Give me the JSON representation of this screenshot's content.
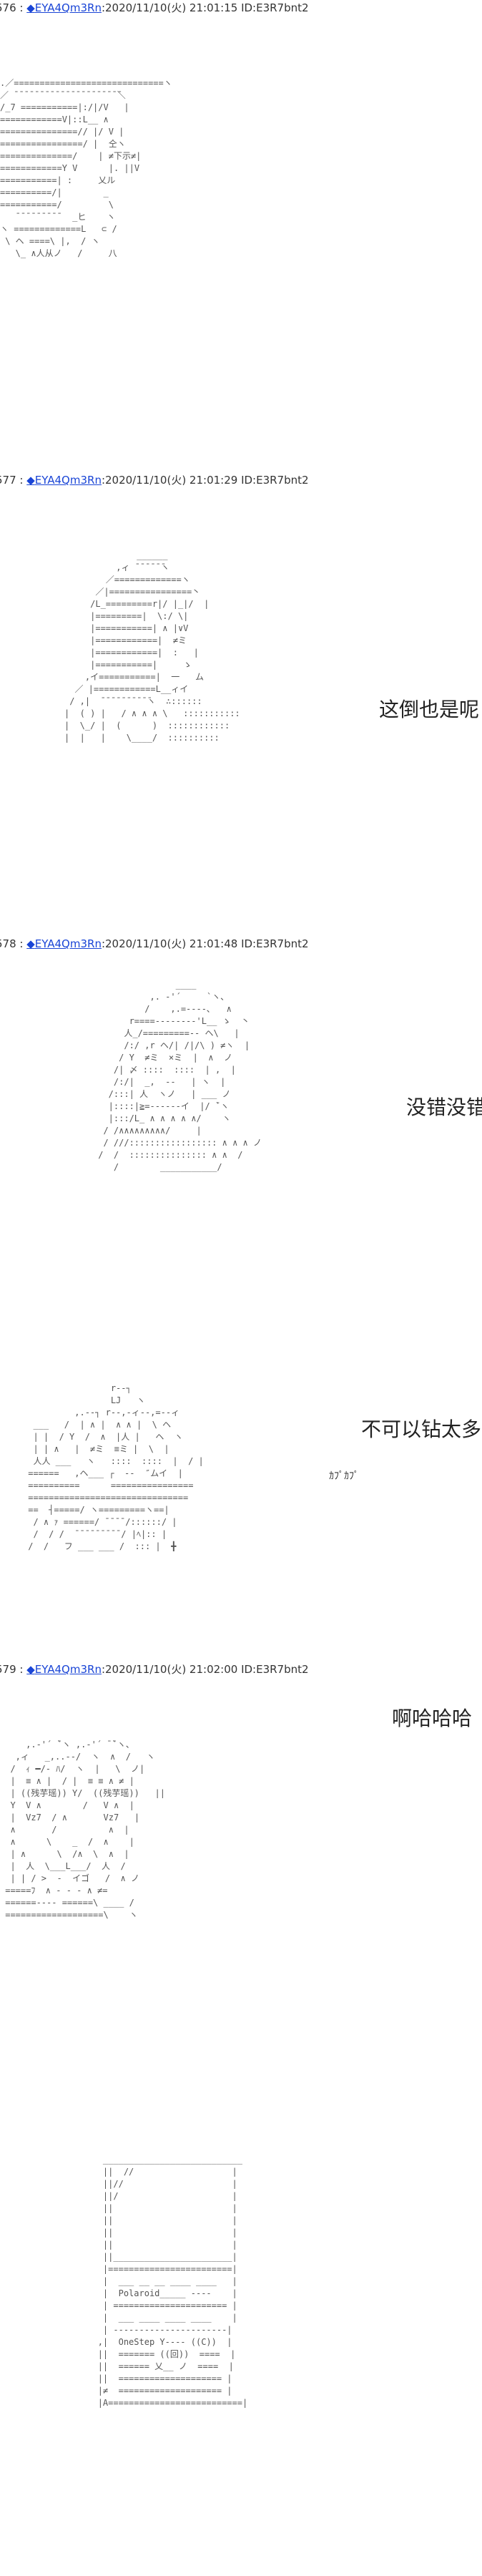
{
  "posts": [
    {
      "number": "576 :",
      "diamond": "◆",
      "name": "EYA4Qm3Rn",
      "meta": ":2020/11/10(火) 21:01:15 ID:E3R7bnt2",
      "speech": "",
      "aa": ".／=============================ヽ\n／ ̄ ̄ ̄ ̄ ̄ ̄ ̄ ̄ ̄ ̄ ̄ ̄ ̄ ̄ ̄ ̄ ̄ ̄ ̄ ̄ ̄＼\n/_7 ===========|:/|/V   |\n============V|::L__ ∧\n===============// |/ V |\n================/ |  仝ヽ\n==============/    | ≠下示≠|\n============Y V      |. ||V\n===========| :     乂ル\n==========/|        _\n===========/         \\\n   ̄ ̄ ̄ ̄ ̄ ̄ ̄ ̄ ̄   _ヒ    ヽ\nヽ =============L   ⊂ /\n \\ ヘ ====\\ |,  / ヽ\n   \\_ ∧人从ノ   /     八"
    },
    {
      "number": "577 :",
      "diamond": "◆",
      "name": "EYA4Qm3Rn",
      "meta": ":2020/11/10(火) 21:01:29 ID:E3R7bnt2",
      "speech": "这倒也是呢",
      "aa": "              ______\n          ,ィ ̄ ̄ ̄ ̄ ̄ ̄ヽ\n        ／=============ヽ\n      ／|================丶\n     /L_=========r|/ |_|/  |\n     |=========|  \\:/ \\|\n     |===========| ∧ |∨V\n     |============|  ≠ミ\n     |============|  :   |\n     |===========|     ゝ\n    ,イ===========|  一   ム\n  ／ |============L__ィイ\n / ,|  ̄ ̄ ̄ ̄ ̄ ̄ ̄ ̄ ̄ ̄ヽ  ∴::::::\n|  ( ) |   / ∧ ∧ ∧ \\   :::::::::::\n|  \\_/ |  (      )  ::::::::::::\n|  |   |    \\____/  ::::::::::"
    },
    {
      "number": "578 :",
      "diamond": "◆",
      "name": "EYA4Qm3Rn",
      "meta": ":2020/11/10(火) 21:01:48 ID:E3R7bnt2",
      "speech": "没错没错",
      "aa": "                ____\n           ,. ‐'´     `ヽ、\n          /    ,.=-‐‐‐､   ∧\n       r====--------'L__ ゝ  丶\n      人_/=========-- ヘ\\   |\n      /:/ ,r ヘ/| /|/\\ ) ≠ヽ  |\n     / Y  ≠ミ  ×ミ  |  ∧  ノ\n    /| 〆 ::::  ::::  | ,  |\n    /:/|  _,  ‐-   | ヽ  |\n   /:::| 人  ヽノ   | ___ ノ\n   |::::|≧=------イ  |/ ̄`ヽ\n   |:::/L_ ∧ ∧ ∧ ∧ ∧/    ヽ\n  / /∧∧∧∧∧∧∧∧∧/     |\n  / ///::::::::::::::::: ∧ ∧ ∧ ノ\n /  /  ::::::::::::::: ∧ ∧  /\n    /        ___________/"
    },
    {
      "number": "",
      "diamond": "",
      "name": "",
      "meta": "",
      "speech": "不可以钻太多",
      "sfx": "ｶﾌﾟｶﾌﾟ",
      "aa": "                 r--┐\n                 LJ   ヽ\n          ,.--┐ r--,-ィ--,=--ィ\n  ___   /  | ∧ |  ∧ ∧ |  \\ ヘ\n  | |  / Y  /  ∧  |人 |   ヘ  ヽ\n  | | ∧   |  ≠ミ  ≡ミ |  \\  |\n  人人 ___   ヽ   ::::  ::::  |  / |\n ======   ,ヘ___ ┌  ‐-  ″ムイ  |\n ==========      ================\n ===============================\n ==  ┤=====/ ヽ=========ヽ==|\n  / ∧ ｧ ======/ ̄ ̄ ̄ ̄ /::::::/ |\n  /  / /  ̄ ̄ ̄ ̄ ̄ ̄ ̄ ̄ ̄ / |ﾍ|:: |\n /  /   フ ___ ___ /  ::: |  ╋"
    },
    {
      "number": "579 :",
      "diamond": "◆",
      "name": "EYA4Qm3Rn",
      "meta": ":2020/11/10(火) 21:02:00 ID:E3R7bnt2",
      "speech": "啊哈哈哈",
      "aa": "     ,.-'´ ̄`ヽ ,.-'´ ̄ ̄`ヽ、\n   ,ィ   _,..-‐/  ヽ  ∧  /   ヽ\n  /  ｨ ━/‐ ﾊ/  ヽ  |   \\  ノ|\n  |  ≡ ∧ |  / |  ≡ ≡ ∧ ≠ |\n  | ((残芋瑶)) Y/  ((残芋瑶))   ||\n  Y  V ∧        /   V ∧  |\n  |  Vz7  / ∧       Vz7   |\n  ∧       /          ∧  |\n  ∧      \\    _  /  ∧    |\n  | ∧      \\  /∧  \\  ∧  |\n  |  人  \\___L___/  人  /\n  | | / >  -  イゴ   /  ∧ ノ\n =====ﾌ  ∧ - - - ∧ ≠=\n ======---- ======\\ ____ /\n ===================\\    ヽ"
    },
    {
      "number": "",
      "diamond": "",
      "name": "",
      "meta": "",
      "speech": "",
      "aa": "             ___________________________\n             ||  //                   |\n             ||//                     |\n             ||/                      |\n             ||                       |\n             ||                       |\n             ||                       |\n             ||                       |\n             ||_______________________|\n             |========================|\n             |  ___ __ __ ____ ____   |\n             |  Polaroid_____ ----    |\n             | ====================== |\n             |  ___ ____ ____ ____    |\n             | ----------------------|\n            ,|  OneStep Y---- ((C))  |\n            ||  ======= ((回))  ====  |\n            ||  ====== 乂__ ノ  ====  |\n            ||  ==================== |\n            |≠  ==================== |\n            |A==========================|"
    }
  ]
}
